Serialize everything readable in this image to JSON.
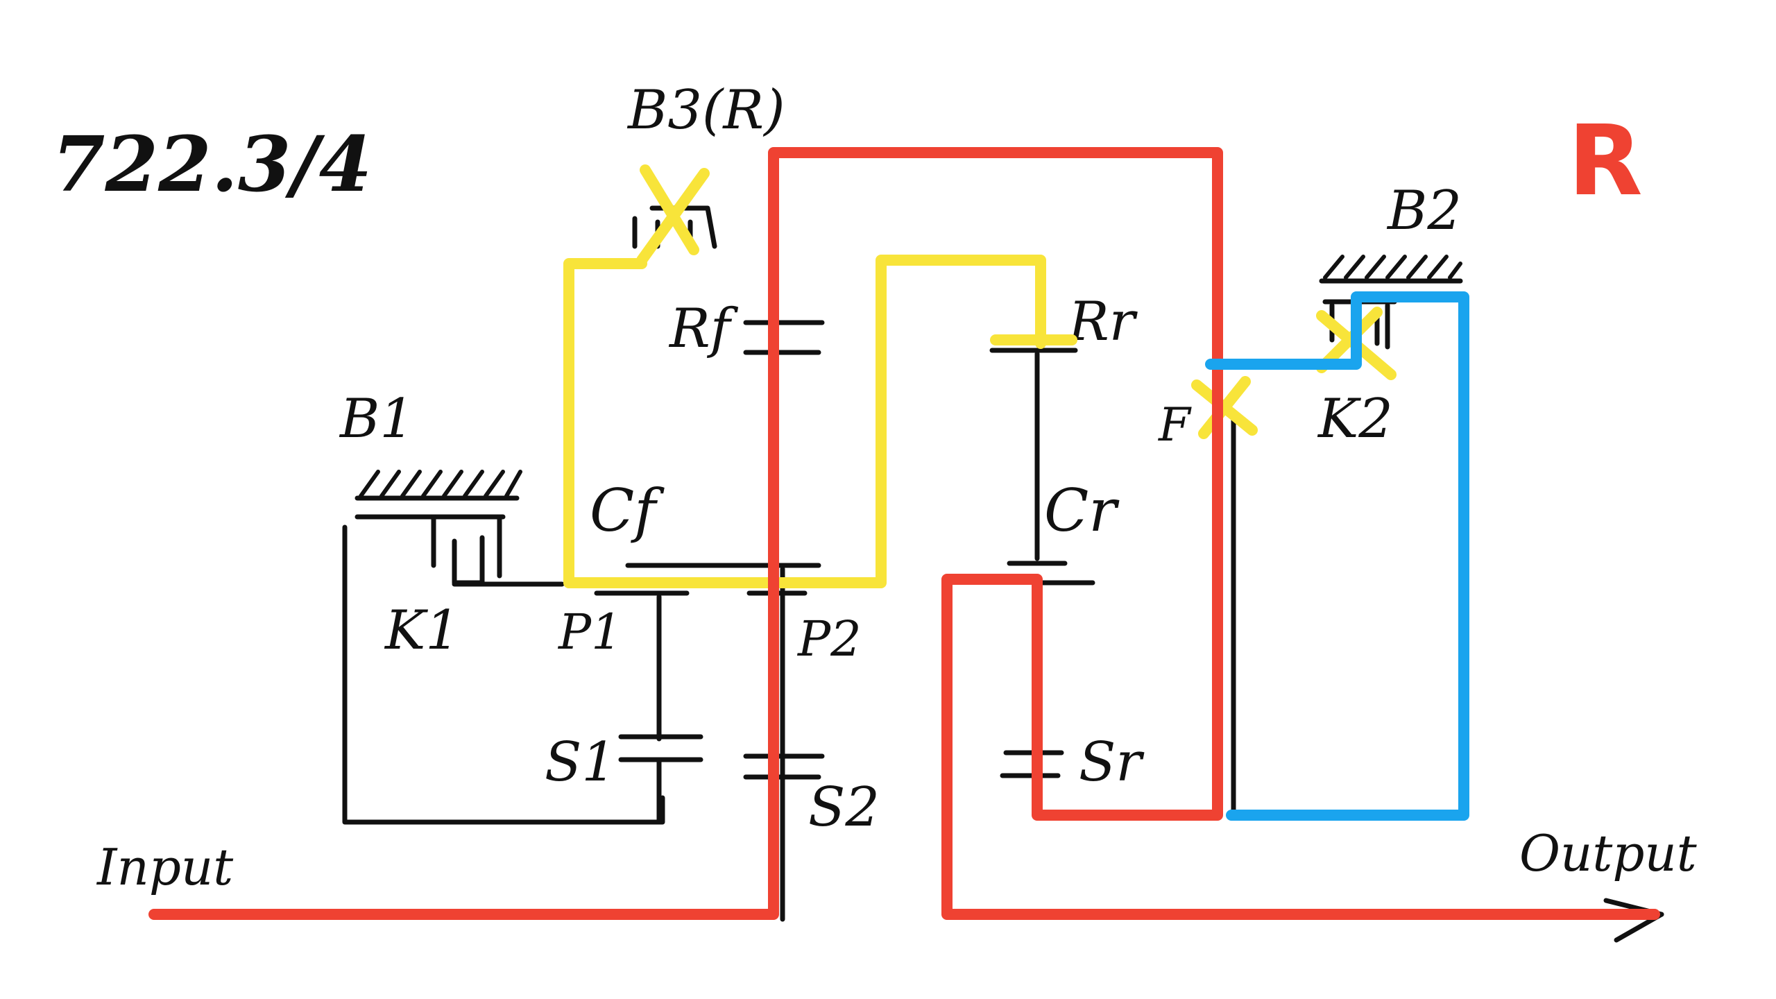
{
  "title": "722.3/4",
  "gear_label": "R",
  "labels": {
    "b1": "B1",
    "b2": "B2",
    "b3": "B3(R)",
    "k1": "K1",
    "k2": "K2",
    "f": "F",
    "rf": "Rf",
    "rr": "Rr",
    "cf": "Cf",
    "cr": "Cr",
    "p1": "P1",
    "p2": "P2",
    "s1": "S1",
    "s2": "S2",
    "sr": "Sr",
    "input": "Input",
    "output": "Output"
  },
  "colors": {
    "ink": "#111111",
    "power_path": "#ef4232",
    "reaction_path": "#f8e43a",
    "coupling_path": "#1aa4ee",
    "gear_label": "#ef4232"
  }
}
